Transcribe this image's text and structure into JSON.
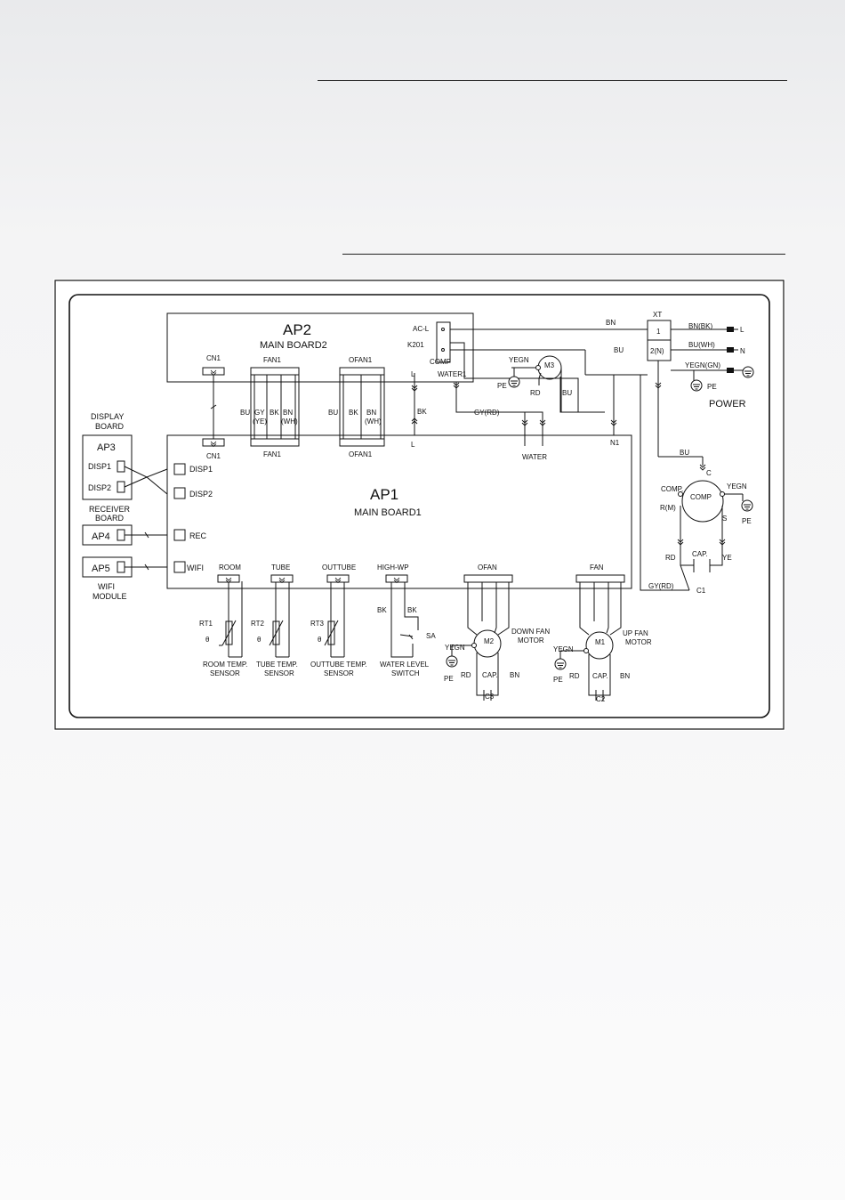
{
  "boards": {
    "ap2": {
      "name": "AP2",
      "sub": "MAIN BOARD2"
    },
    "ap1": {
      "name": "AP1",
      "sub": "MAIN BOARD1"
    },
    "ap3": {
      "name": "AP3",
      "caption": [
        "DISPLAY",
        "BOARD"
      ]
    },
    "ap4": {
      "name": "AP4",
      "caption": [
        "RECEIVER",
        "BOARD"
      ]
    },
    "ap5": {
      "name": "AP5",
      "caption": [
        "WIFI",
        "MODULE"
      ]
    },
    "xt": {
      "name": "XT",
      "terminals": [
        "1",
        "2(N)"
      ]
    }
  },
  "connectors": {
    "cn1": "CN1",
    "fan1": "FAN1",
    "ofan1": "OFAN1",
    "disp1": "DISP1",
    "disp2": "DISP2",
    "rec": "REC",
    "wifi": "WIFI",
    "room": "ROOM",
    "tube": "TUBE",
    "outtube": "OUTTUBE",
    "high_wp": "HIGH-WP",
    "ofan": "OFAN",
    "fan": "FAN",
    "water": "WATER",
    "n1": "N1",
    "ac_l": "AC-L",
    "k201": "K201",
    "comp": "COMP",
    "water1": "WATER1"
  },
  "wires": {
    "bn": "BN",
    "bu": "BU",
    "bk": "BK",
    "gy": "GY",
    "ye_paren": "(YE)",
    "wh_paren": "(WH)",
    "gy_rd": "GY(RD)",
    "rd": "RD",
    "ye": "YE",
    "yegn": "YEGN",
    "l": "L",
    "n": "N",
    "pe": "PE",
    "bn_bk": "BN(BK)",
    "bu_wh": "BU(WH)",
    "yegn_gn": "YEGN(GN)"
  },
  "components": {
    "m1": "M1",
    "m2": "M2",
    "m3": "M3",
    "rt1": "RT1",
    "rt2": "RT2",
    "rt3": "RT3",
    "sa": "SA",
    "comp": "COMP",
    "comp_label": "COMP.",
    "c": "C",
    "r_m": "R(M)",
    "s": "S",
    "cap": "CAP.",
    "c1": "C1",
    "c2": "C2",
    "c3": "C3",
    "theta": "θ"
  },
  "captions": {
    "power": "POWER",
    "room_sensor": [
      "ROOM TEMP.",
      "SENSOR"
    ],
    "tube_sensor": [
      "TUBE TEMP.",
      "SENSOR"
    ],
    "outtube_sensor": [
      "OUTTUBE TEMP.",
      "SENSOR"
    ],
    "water_switch": [
      "WATER LEVEL",
      "SWITCH"
    ],
    "down_fan": [
      "DOWN FAN",
      "MOTOR"
    ],
    "up_fan": [
      "UP FAN",
      "MOTOR"
    ]
  }
}
